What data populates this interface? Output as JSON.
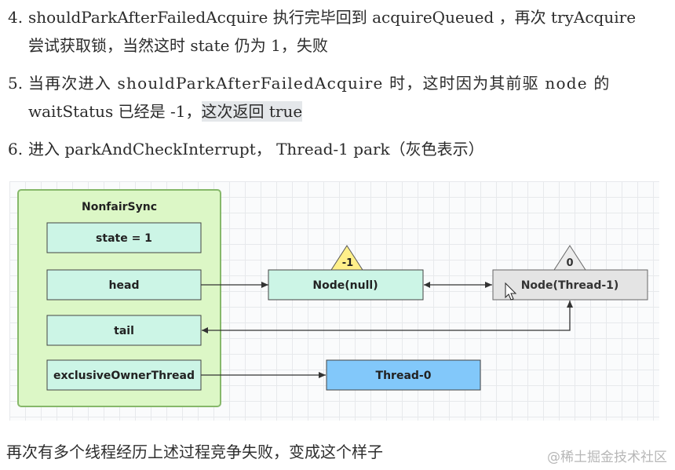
{
  "paragraphs": [
    {
      "num": "4.",
      "line1": "shouldParkAfterFailedAcquire 执行完毕回到 acquireQueued ，再次 tryAcquire",
      "line2": "尝试获取锁，当然这时 state 仍为 1，失败"
    },
    {
      "num": "5.",
      "line1": "当再次进入 shouldParkAfterFailedAcquire 时，这时因为其前驱 node 的",
      "line2_a": "waitStatus 已经是 -1，",
      "line2_highlight": "这次返回 true"
    },
    {
      "num": "6.",
      "line1": "进入 parkAndCheckInterrupt， Thread-1 park（灰色表示）"
    }
  ],
  "diagram": {
    "container_label": "NonfairSync",
    "fields": [
      "state = 1",
      "head",
      "tail",
      "exclusiveOwnerThread"
    ],
    "node_null": {
      "label": "Node(null)",
      "wait_status": "-1"
    },
    "node_thread1": {
      "label": "Node(Thread-1)",
      "wait_status": "0"
    },
    "thread0": {
      "label": "Thread-0"
    },
    "colors": {
      "container_fill": "#dcf7c6",
      "container_border": "#86b86a",
      "field_fill": "#ccf5e6",
      "node_null_fill": "#ccf5e6",
      "node_thread1_fill": "#e4e4e4",
      "thread0_fill": "#82c8fa",
      "triangle_yellow": "#fff08a",
      "triangle_gray": "#ececec"
    }
  },
  "footer": {
    "text": "再次有多个线程经历上述过程竞争失败，变成这个样子",
    "watermark": "@稀土掘金技术社区"
  }
}
